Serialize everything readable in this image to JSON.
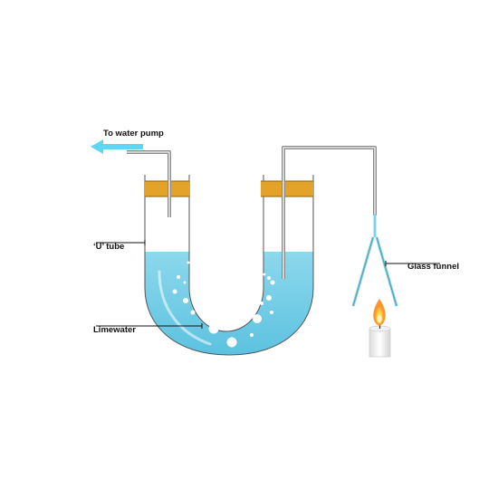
{
  "labels": {
    "water_pump": "To water pump",
    "u_tube": "‘U’ tube",
    "limewater": "Limewater",
    "glass_funnel": "Glass funnel"
  },
  "colors": {
    "limewater": "#79cfe6",
    "arrow": "#5fd6f2",
    "stopper": "#e3a329",
    "tube_outline": "#555555",
    "flame_outer": "#ff9f2a",
    "flame_inner": "#ffe36e"
  },
  "icons": {
    "arrow": "left-arrow-icon",
    "candle": "candle-icon",
    "flame": "flame-icon"
  }
}
